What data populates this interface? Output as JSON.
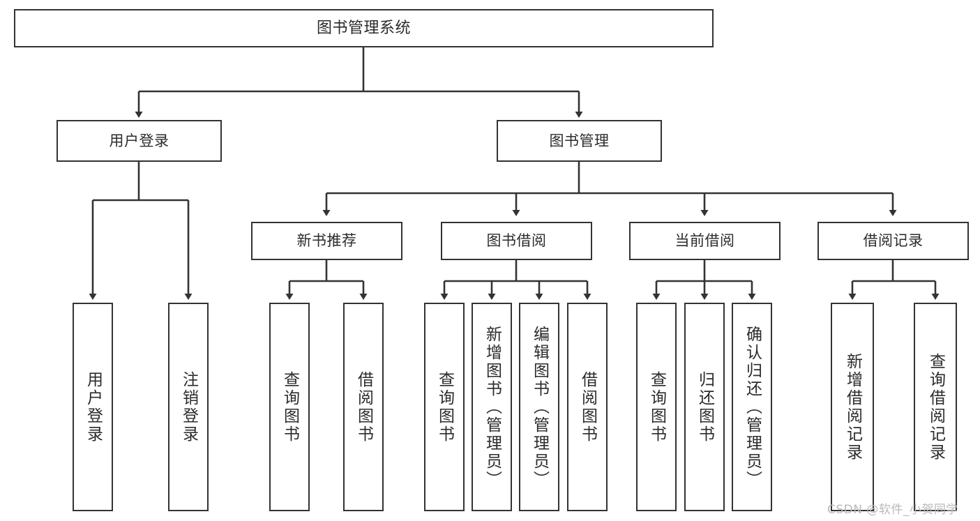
{
  "diagram": {
    "title": "图书管理系统",
    "type": "function-structure-tree",
    "watermark": "CSDN @软件_小贺同学",
    "colors": {
      "border": "#333333",
      "text": "#2b2b2b",
      "background": "#ffffff",
      "watermark": "#b9b9b9"
    },
    "nodes": {
      "root": {
        "label": "图书管理系统"
      },
      "level1": [
        {
          "id": "user-login",
          "label": "用户登录"
        },
        {
          "id": "book-manage",
          "label": "图书管理"
        }
      ],
      "level2": [
        {
          "id": "new-book-recommend",
          "label": "新书推荐"
        },
        {
          "id": "book-borrow",
          "label": "图书借阅"
        },
        {
          "id": "current-borrow",
          "label": "当前借阅"
        },
        {
          "id": "borrow-record",
          "label": "借阅记录"
        }
      ],
      "leaves": {
        "user-login": [
          {
            "id": "leaf-user-login",
            "label": "用户登录"
          },
          {
            "id": "leaf-logout-login",
            "label": "注销登录"
          }
        ],
        "new-book-recommend": [
          {
            "id": "leaf-query-book-1",
            "label": "查询图书"
          },
          {
            "id": "leaf-borrow-book-1",
            "label": "借阅图书"
          }
        ],
        "book-borrow": [
          {
            "id": "leaf-query-book-2",
            "label": "查询图书"
          },
          {
            "id": "leaf-add-book",
            "label": "新增图书（管理员）"
          },
          {
            "id": "leaf-edit-book",
            "label": "编辑图书（管理员）"
          },
          {
            "id": "leaf-borrow-book-2",
            "label": "借阅图书"
          }
        ],
        "current-borrow": [
          {
            "id": "leaf-query-book-3",
            "label": "查询图书"
          },
          {
            "id": "leaf-return-book",
            "label": "归还图书"
          },
          {
            "id": "leaf-confirm-return",
            "label": "确认归还（管理员）"
          }
        ],
        "borrow-record": [
          {
            "id": "leaf-add-record",
            "label": "新增借阅记录"
          },
          {
            "id": "leaf-query-record",
            "label": "查询借阅记录"
          }
        ]
      }
    }
  }
}
